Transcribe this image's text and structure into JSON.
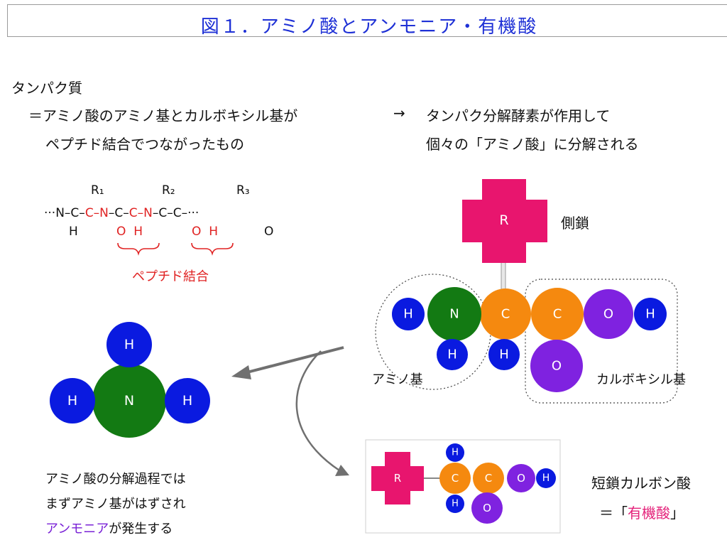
{
  "title": "図１．アミノ酸とアンモニア・有機酸",
  "protein": {
    "heading": "タンパク質",
    "line1": "＝アミノ酸のアミノ基とカルボキシル基が",
    "line2": "ペプチド結合でつながったもの"
  },
  "enzyme": {
    "arrow": "→",
    "line1": "タンパク分解酵素が作用して",
    "line2": "個々の「アミノ酸」に分解される"
  },
  "peptide_formula": {
    "r_labels": [
      "R₁",
      "R₂",
      "R₃"
    ],
    "chain_black_1": "···N–C–",
    "chain_red_1": "C–N",
    "chain_black_2": "–C–",
    "chain_red_2": "C–N",
    "chain_black_3": "–C–C–···",
    "h_left": "H",
    "oh_1": "O  H",
    "oh_2": "O  H",
    "o_right": "O",
    "bond_label": "ペプチド結合"
  },
  "amino_acid": {
    "side_chain": "R",
    "side_chain_label": "側鎖",
    "atoms": {
      "h_left": "H",
      "n": "N",
      "h_under_n": "H",
      "c_alpha": "C",
      "h_under_c": "H",
      "c_carboxyl": "C",
      "o_hydroxyl": "O",
      "h_hydroxyl": "H",
      "o_double": "O"
    },
    "amino_group_label": "アミノ基",
    "carboxyl_group_label": "カルボキシル基"
  },
  "ammonia": {
    "atoms": {
      "top": "H",
      "left": "H",
      "center": "N",
      "right": "H"
    },
    "caption_line1": "アミノ酸の分解過程では",
    "caption_line2": "まずアミノ基がはずされ",
    "caption_highlight": "アンモニア",
    "caption_tail": "が発生する"
  },
  "organic_acid": {
    "side_chain": "R",
    "atoms": {
      "h_top": "H",
      "c1": "C",
      "c2": "C",
      "o": "O",
      "h_right": "H",
      "h_bottom": "H",
      "o_bottom": "O"
    },
    "label_line1": "短鎖カルボン酸",
    "label_prefix": "＝「",
    "label_highlight": "有機酸",
    "label_suffix": "」"
  },
  "colors": {
    "title": "#1f31d6",
    "hydrogen": "#0a1ae0",
    "nitrogen": "#137a13",
    "carbon": "#f5890f",
    "oxygen": "#7f22e0",
    "side_chain": "#e8156e",
    "peptide_red": "#e02222",
    "arrow_gray": "#707070"
  }
}
